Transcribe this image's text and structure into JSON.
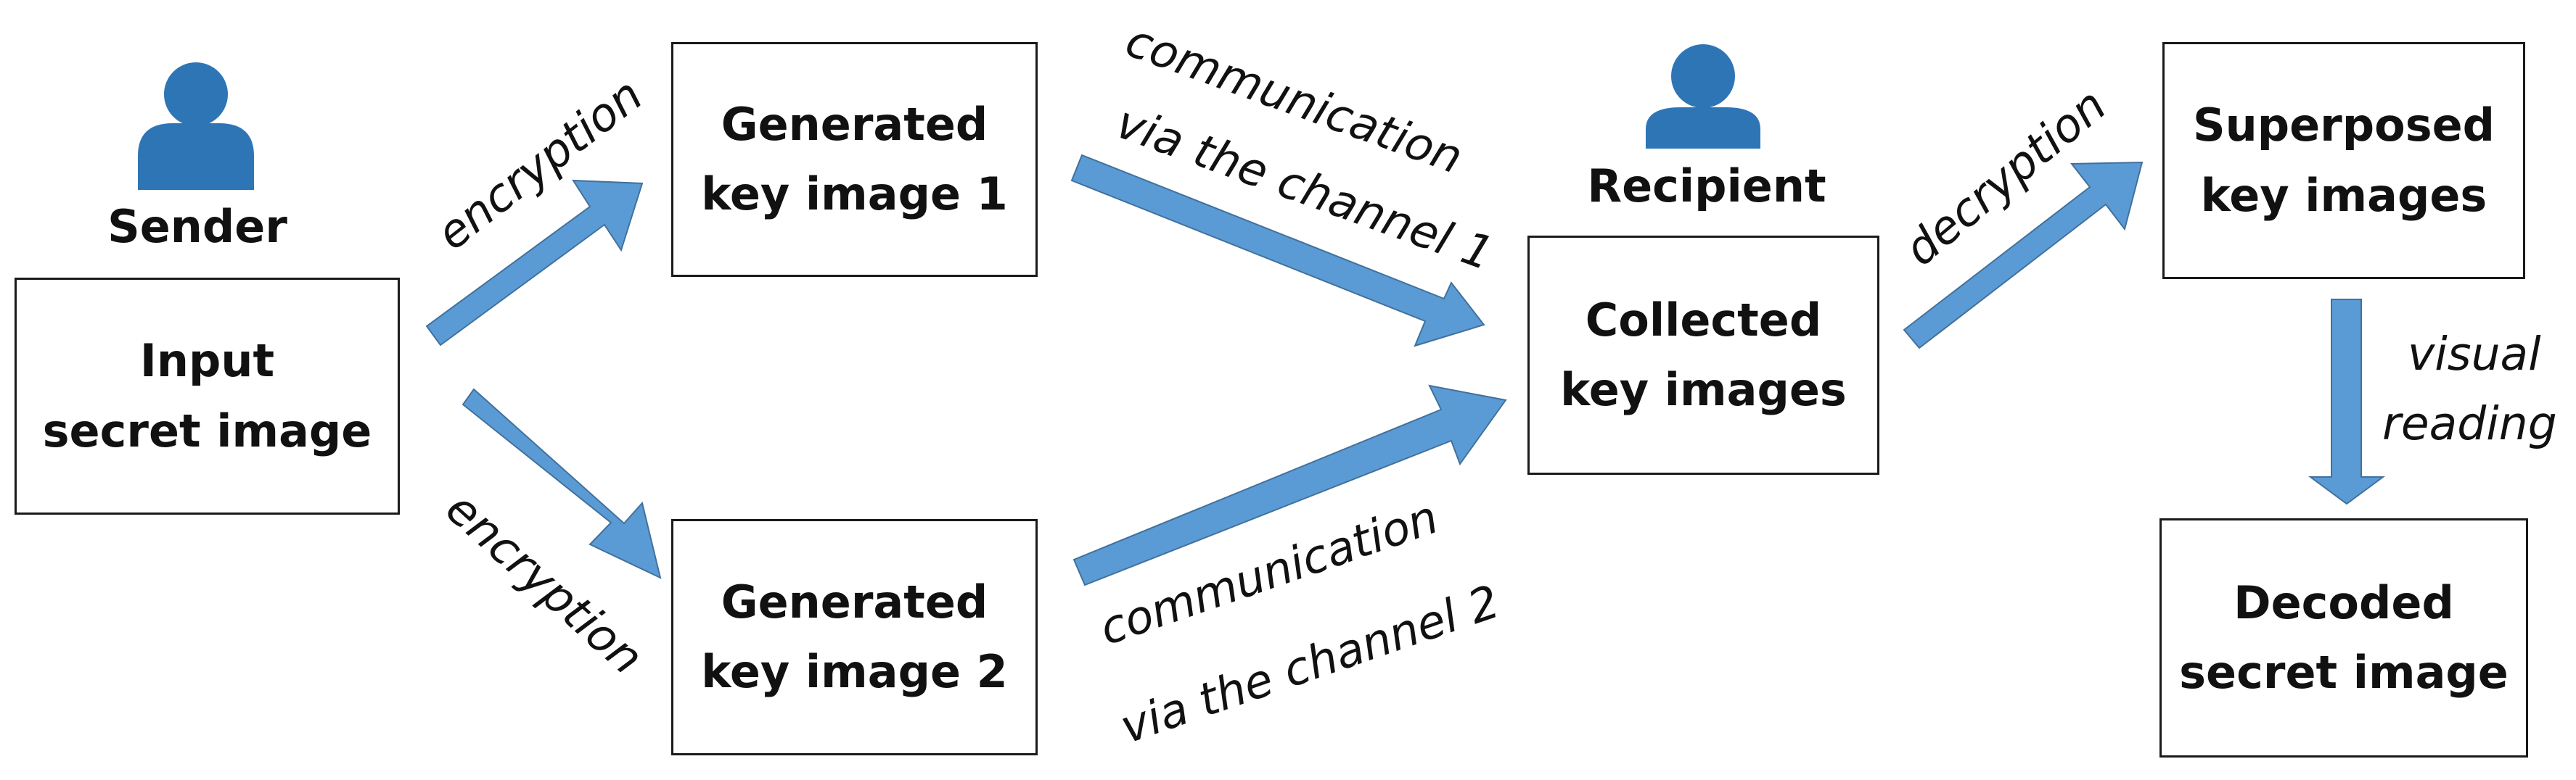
{
  "colors": {
    "arrow": "#5b9bd5",
    "arrow_stroke": "#41719c",
    "person": "#2e75b6",
    "box_border": "#1a1a1a"
  },
  "icons": {
    "person": "person-icon"
  },
  "roles": {
    "sender": "Sender",
    "recipient": "Recipient"
  },
  "boxes": {
    "input": [
      "Input",
      "secret image"
    ],
    "key1": [
      "Generated",
      "key image 1"
    ],
    "key2": [
      "Generated",
      "key image 2"
    ],
    "collected": [
      "Collected",
      "key images"
    ],
    "superposed": [
      "Superposed",
      "key images"
    ],
    "decoded": [
      "Decoded",
      "secret image"
    ]
  },
  "labels": {
    "encryption_top": "encryption",
    "encryption_bottom": "encryption",
    "channel1": [
      "communication",
      "via the channel 1"
    ],
    "channel2": [
      "communication",
      "via the channel 2"
    ],
    "decryption": "decryption",
    "visual_reading": [
      "visual",
      "reading"
    ]
  }
}
